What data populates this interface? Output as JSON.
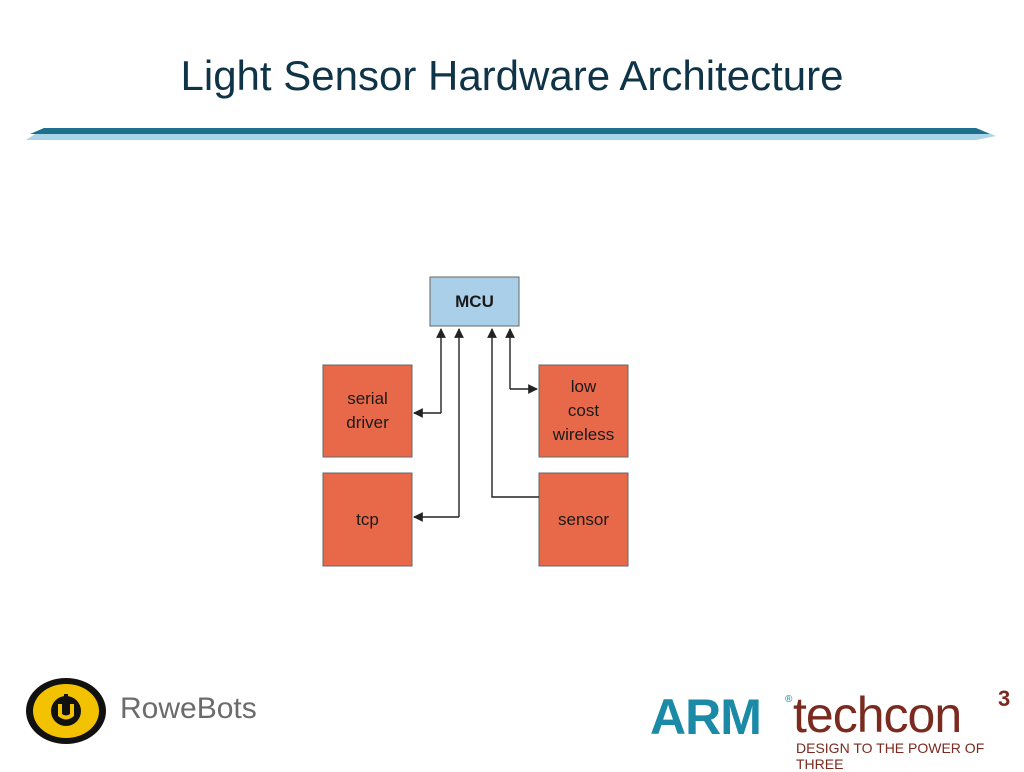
{
  "slide": {
    "title": "Light Sensor Hardware Architecture"
  },
  "diagram": {
    "nodes": {
      "mcu": [
        "MCU"
      ],
      "serial_driver": [
        "serial",
        "driver"
      ],
      "low_cost_wireless": [
        "low",
        "cost",
        "wireless"
      ],
      "tcp": [
        "tcp"
      ],
      "sensor": [
        "sensor"
      ]
    },
    "edges": [
      {
        "from": "mcu",
        "to": "serial_driver"
      },
      {
        "from": "mcu",
        "to": "tcp"
      },
      {
        "from": "sensor",
        "to": "mcu"
      },
      {
        "from": "mcu",
        "to": "low_cost_wireless"
      }
    ],
    "colors": {
      "mcu_fill": "#a9d0e8",
      "block_fill": "#e8694a",
      "title": "#0f3347",
      "rule": "#1e6f8e"
    }
  },
  "footer": {
    "left_logo": {
      "icon": "rowebots-logo-icon",
      "text": "RoweBots"
    },
    "right_logo": {
      "arm": "ARM",
      "reg": "®",
      "techcon": "techcon",
      "cube": "3",
      "tagline": "DESIGN TO THE POWER OF THREE"
    }
  }
}
